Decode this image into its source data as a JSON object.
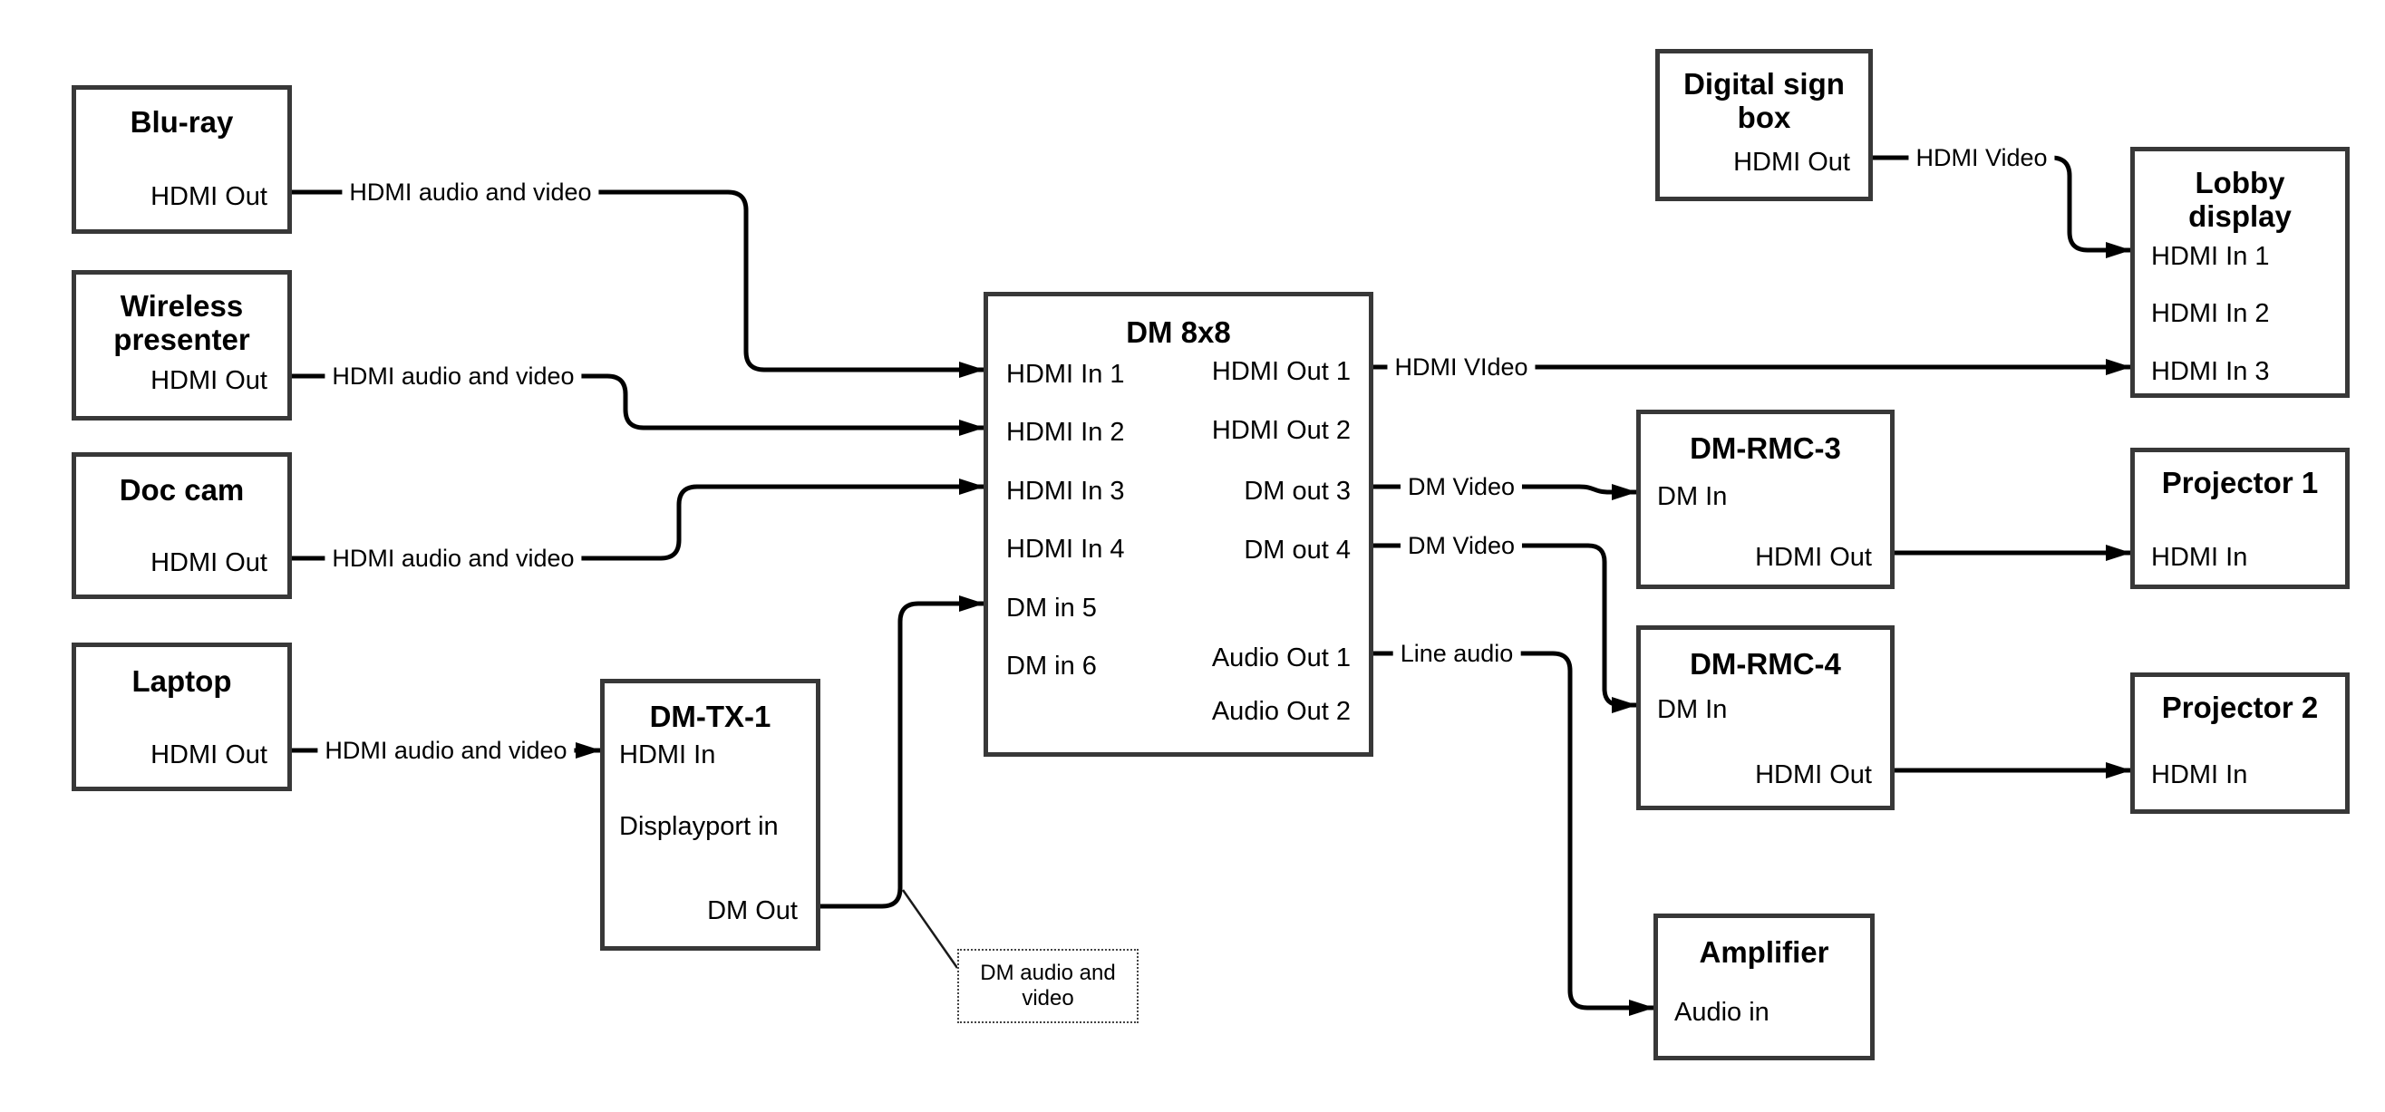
{
  "diagram": {
    "background_color": "#ffffff",
    "wire_color": "#000000",
    "box_border_color": "#383838",
    "text_color": "#000000",
    "nodes": {
      "bluray": {
        "title": "Blu-ray",
        "ports": {
          "hdmi_out": "HDMI Out"
        }
      },
      "wireless_presenter": {
        "title": "Wireless presenter",
        "ports": {
          "hdmi_out": "HDMI Out"
        }
      },
      "doc_cam": {
        "title": "Doc cam",
        "ports": {
          "hdmi_out": "HDMI Out"
        }
      },
      "laptop": {
        "title": "Laptop",
        "ports": {
          "hdmi_out": "HDMI Out"
        }
      },
      "dm_tx_1": {
        "title": "DM-TX-1",
        "ports": {
          "hdmi_in": "HDMI In",
          "displayport_in": "Displayport in",
          "dm_out": "DM Out"
        }
      },
      "dm_8x8": {
        "title": "DM 8x8",
        "ports": {
          "hdmi_in_1": "HDMI In 1",
          "hdmi_in_2": "HDMI In 2",
          "hdmi_in_3": "HDMI In 3",
          "hdmi_in_4": "HDMI In 4",
          "dm_in_5": "DM in 5",
          "dm_in_6": "DM in 6",
          "hdmi_out_1": "HDMI Out 1",
          "hdmi_out_2": "HDMI Out 2",
          "dm_out_3": "DM out 3",
          "dm_out_4": "DM out 4",
          "audio_out_1": "Audio Out 1",
          "audio_out_2": "Audio Out 2"
        }
      },
      "digital_sign_box": {
        "title": "Digital sign box",
        "ports": {
          "hdmi_out": "HDMI Out"
        }
      },
      "lobby_display": {
        "title": "Lobby display",
        "ports": {
          "hdmi_in_1": "HDMI In 1",
          "hdmi_in_2": "HDMI In 2",
          "hdmi_in_3": "HDMI In 3"
        }
      },
      "dm_rmc_3": {
        "title": "DM-RMC-3",
        "ports": {
          "dm_in": "DM In",
          "hdmi_out": "HDMI Out"
        }
      },
      "projector_1": {
        "title": "Projector 1",
        "ports": {
          "hdmi_in": "HDMI In"
        }
      },
      "dm_rmc_4": {
        "title": "DM-RMC-4",
        "ports": {
          "dm_in": "DM In",
          "hdmi_out": "HDMI Out"
        }
      },
      "projector_2": {
        "title": "Projector 2",
        "ports": {
          "hdmi_in": "HDMI In"
        }
      },
      "amplifier": {
        "title": "Amplifier",
        "ports": {
          "audio_in": "Audio in"
        }
      }
    },
    "connection_labels": {
      "bluray_to_dm8x8": "HDMI audio and video",
      "wireless_to_dm8x8": "HDMI audio and video",
      "doccam_to_dm8x8": "HDMI audio and video",
      "laptop_to_dmtx1": "HDMI audio and video",
      "hdmiout1_to_lobby": "HDMI VIdeo",
      "dmout3_to_dmrmc3": "DM Video",
      "dmout4_to_dmrmc4": "DM Video",
      "audioout1_to_amplifier": "Line audio",
      "digisign_to_lobby": "HDMI Video"
    },
    "callout": {
      "text": "DM audio and video"
    }
  }
}
